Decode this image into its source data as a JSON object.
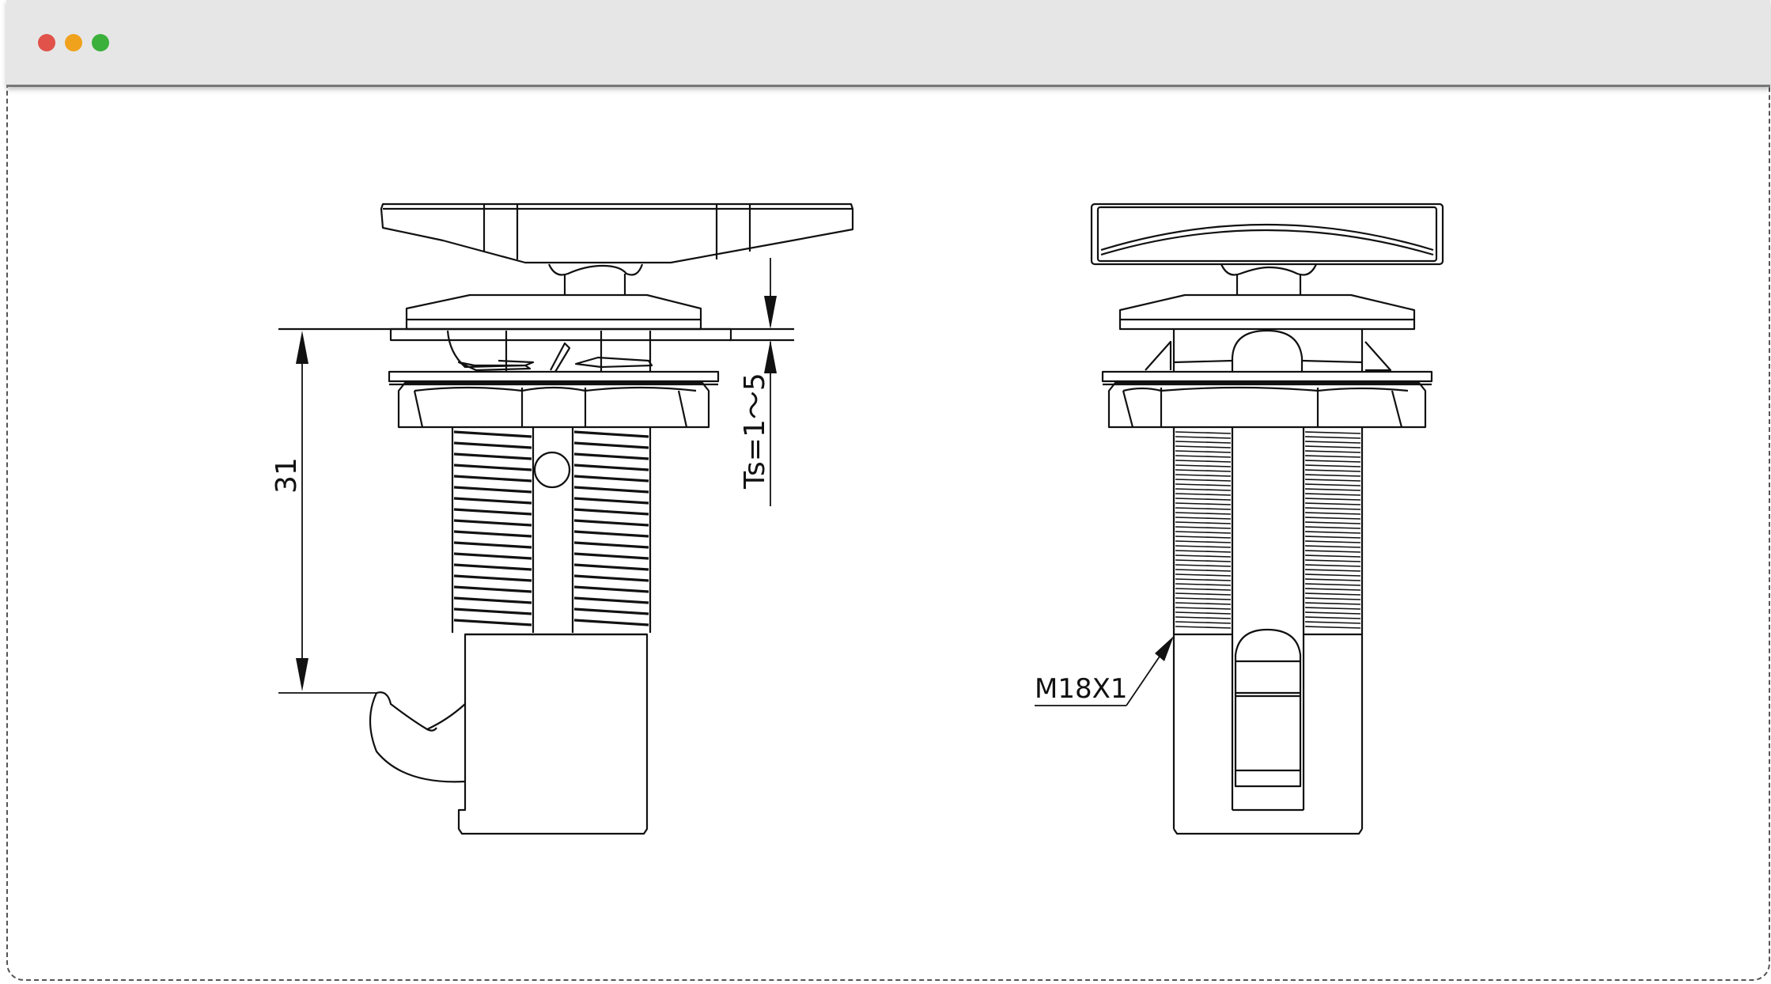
{
  "window": {
    "controls": [
      {
        "name": "close",
        "color": "#e0524a"
      },
      {
        "name": "minimize",
        "color": "#f0a21c"
      },
      {
        "name": "zoom",
        "color": "#3bb03b"
      }
    ]
  },
  "drawing": {
    "dimension_length": "31",
    "dimension_thickness": "Ts=1～5",
    "thread_label": "M18X1"
  },
  "colors": {
    "line": "#111111",
    "titlebar": "#e6e6e6"
  }
}
